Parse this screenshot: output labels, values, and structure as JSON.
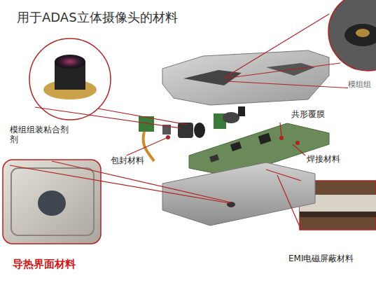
{
  "diagram": {
    "title": "用于ADAS立体摄像头的材料",
    "labels": [
      "模组组",
      "模组组装粘合剂 剂",
      "包封材料",
      "共形覆膜",
      "焊接材料",
      "导热界面材料",
      "EMI电磁屏蔽材料"
    ]
  }
}
